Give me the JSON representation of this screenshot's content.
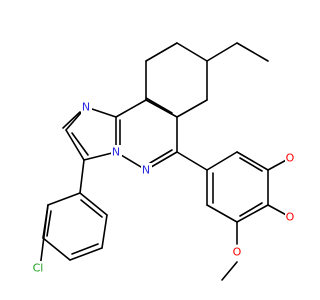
{
  "colors": {
    "background": "#ffffff",
    "bond": "#000000",
    "nitrogen": "#2a2ae0",
    "oxygen": "#ff0000",
    "chlorine": "#1fa11f"
  },
  "atoms": {
    "n1": "N",
    "n2": "N",
    "n3": "N",
    "o1": "O",
    "o2": "O",
    "o3": "O",
    "cl": "Cl"
  }
}
